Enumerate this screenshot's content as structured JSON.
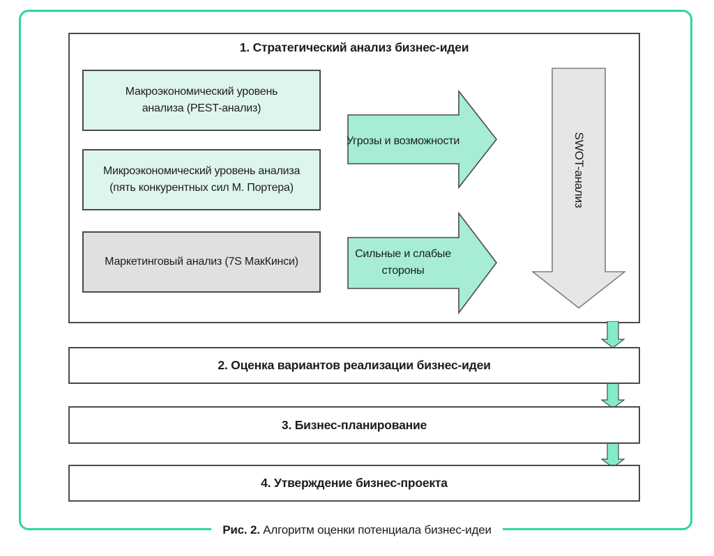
{
  "section1": {
    "title": "1. Стратегический анализ бизнес-идеи",
    "boxes": [
      {
        "variant": "mint",
        "lines": [
          "Макроэкономический уровень",
          "анализа (PEST-анализ)"
        ]
      },
      {
        "variant": "mint",
        "lines": [
          "Микроэкономический уровень анализа",
          "(пять конкурентных сил М. Портера)"
        ]
      },
      {
        "variant": "gray",
        "lines": [
          "Маркетинговый анализ (7S МакКинси)"
        ]
      }
    ],
    "flow_arrows": [
      {
        "lines": [
          "Угрозы и возможности"
        ]
      },
      {
        "lines": [
          "Сильные и слабые",
          "стороны"
        ]
      }
    ],
    "swot_label": "SWOT-анализ"
  },
  "steps": [
    {
      "label": "2. Оценка вариантов реализации бизнес-идеи"
    },
    {
      "label": "3. Бизнес-планирование"
    },
    {
      "label": "4. Утверждение бизнес-проекта"
    }
  ],
  "caption": {
    "prefix": "Рис. 2.",
    "text": "Алгоритм оценки потенциала бизнес-идеи"
  },
  "palette": {
    "frame_green": "#2dd6a0",
    "mint_box_fill": "#def5ec",
    "mint_arrow_fill": "#a6edd3",
    "small_arrow_fill": "#85ebc8",
    "gray_box_fill": "#e0e0e0",
    "swot_arrow_fill": "#e6e6e6",
    "outline_dark": "#4a4a4a",
    "outline_gray": "#7d7d7d",
    "text": "#1c1c1c"
  }
}
